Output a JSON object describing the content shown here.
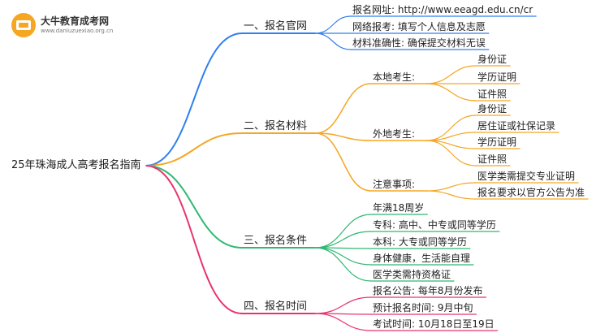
{
  "logo": {
    "title": "大牛教育成考网",
    "subtitle": "www.daniuzuexiao.org.cn"
  },
  "mindmap": {
    "root": "25年珠海成人高考报名指南",
    "branches": [
      {
        "label": "一、报名官网",
        "color": "#2f7ff0",
        "children": [
          {
            "label": "报名网址: http://www.eeagd.edu.cn/cr"
          },
          {
            "label": "网络报考: 填写个人信息及志愿"
          },
          {
            "label": "材料准确性: 确保提交材料无误"
          }
        ]
      },
      {
        "label": "二、报名材料",
        "color": "#f5a623",
        "children": [
          {
            "label": "本地考生:",
            "children": [
              {
                "label": "身份证"
              },
              {
                "label": "学历证明"
              },
              {
                "label": "证件照"
              }
            ]
          },
          {
            "label": "外地考生:",
            "children": [
              {
                "label": "身份证"
              },
              {
                "label": "居住证或社保记录"
              },
              {
                "label": "学历证明"
              },
              {
                "label": "证件照"
              }
            ]
          },
          {
            "label": "注意事项:",
            "children": [
              {
                "label": "医学类需提交专业证明"
              },
              {
                "label": "报名要求以官方公告为准"
              }
            ]
          }
        ]
      },
      {
        "label": "三、报名条件",
        "color": "#2fb872",
        "children": [
          {
            "label": "年满18周岁"
          },
          {
            "label": "专科: 高中、中专或同等学历"
          },
          {
            "label": "本科: 大专或同等学历"
          },
          {
            "label": "身体健康，生活能自理"
          },
          {
            "label": "医学类需持资格证"
          }
        ]
      },
      {
        "label": "四、报名时间",
        "color": "#e8336d",
        "children": [
          {
            "label": "报名公告: 每年8月份发布"
          },
          {
            "label": "预计报名时间: 9月中旬"
          },
          {
            "label": "考试时间: 10月18日至19日"
          }
        ]
      }
    ]
  }
}
